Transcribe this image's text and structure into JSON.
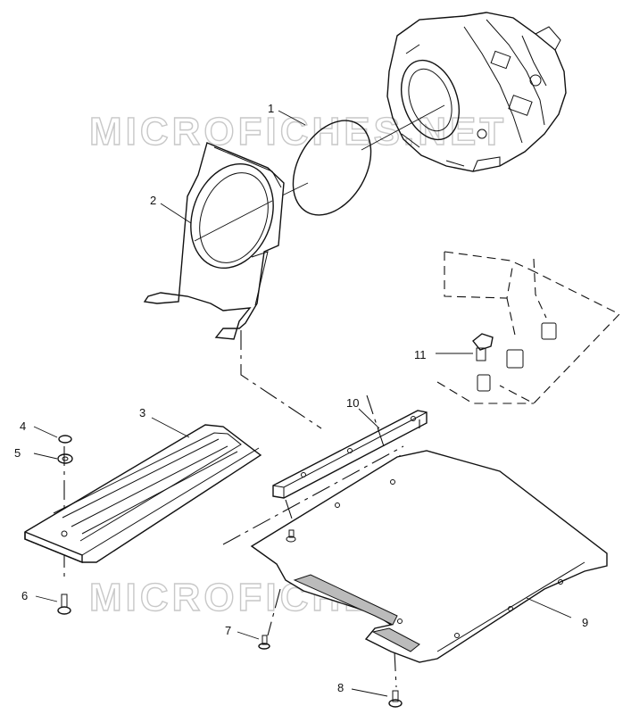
{
  "watermark": "MICROFICHES.NET",
  "callouts": [
    {
      "id": "1",
      "label": "1"
    },
    {
      "id": "2",
      "label": "2"
    },
    {
      "id": "3",
      "label": "3"
    },
    {
      "id": "4",
      "label": "4"
    },
    {
      "id": "5",
      "label": "5"
    },
    {
      "id": "6",
      "label": "6"
    },
    {
      "id": "7",
      "label": "7"
    },
    {
      "id": "8",
      "label": "8"
    },
    {
      "id": "9",
      "label": "9"
    },
    {
      "id": "10",
      "label": "10"
    },
    {
      "id": "11",
      "label": "11"
    }
  ]
}
